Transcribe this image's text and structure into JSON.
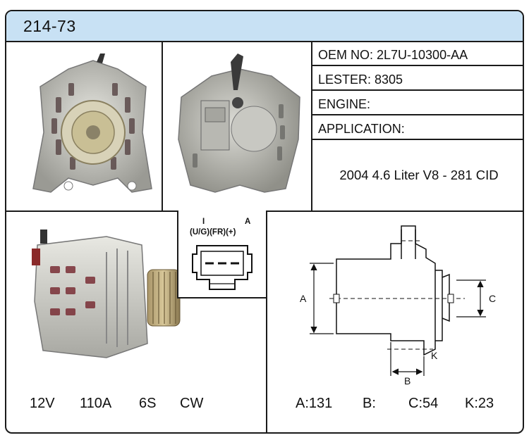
{
  "header": {
    "part_number": "214-73"
  },
  "info": {
    "oem": "OEM NO: 2L7U-10300-AA",
    "lester": "LESTER: 8305",
    "engine": "ENGINE:",
    "application_label": "APPLICATION:",
    "application_value": "2004 4.6 Liter V8 - 281 CID"
  },
  "connector": {
    "top_left": "I",
    "top_right": "A",
    "pins": "(U/G)(FR)(+)"
  },
  "specs": {
    "voltage": "12V",
    "amperage": "110A",
    "pulley": "6S",
    "rotation": "CW"
  },
  "dimensions": {
    "a": "A:131",
    "b": "B:",
    "c": "C:54",
    "k": "K:23",
    "letter_a": "A",
    "letter_b": "B",
    "letter_c": "C",
    "letter_k": "K"
  },
  "colors": {
    "header_bg": "#c8e1f4",
    "border": "#1a1a1a"
  },
  "icons": [
    "alternator-front-photo",
    "alternator-rear-photo",
    "alternator-side-photo",
    "connector-diagram",
    "dimension-diagram"
  ]
}
